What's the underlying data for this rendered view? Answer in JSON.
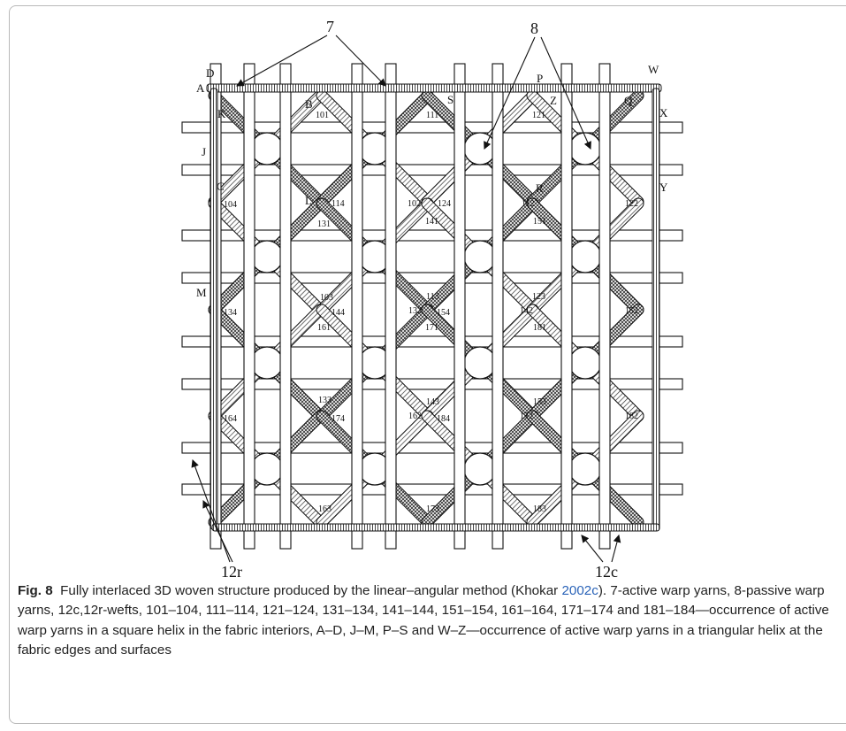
{
  "figure": {
    "callouts": {
      "active_warp": "7",
      "passive_warp": "8",
      "weft_rows": "12r",
      "weft_cols": "12c"
    },
    "edge_labels": [
      "A",
      "D",
      "B",
      "K",
      "J",
      "C",
      "L",
      "M",
      "S",
      "P",
      "Z",
      "Q",
      "R",
      "W",
      "X",
      "Y"
    ],
    "helix_labels": [
      "101",
      "102",
      "103",
      "104",
      "111",
      "112",
      "113",
      "114",
      "121",
      "122",
      "123",
      "124",
      "131",
      "132",
      "133",
      "134",
      "141",
      "142",
      "143",
      "144",
      "151",
      "152",
      "153",
      "154",
      "161",
      "162",
      "163",
      "164",
      "171",
      "172",
      "173",
      "174",
      "181",
      "182",
      "183",
      "184"
    ]
  },
  "caption": {
    "label": "Fig. 8",
    "text_before_cite": "Fully interlaced 3D woven structure produced by the linear–angular method (Khokar ",
    "cite": "2002c",
    "text_after_cite": "). 7-active warp yarns, 8-passive warp yarns, 12c,12r-wefts, 101–104, 111–114, 121–124, 131–134, 141–144, 151–154, 161–164, 171–174 and 181–184—occurrence of active warp yarns in a square helix in the fabric interiors, A–D, J–M, P–S and W–Z—occurrence of active warp yarns in a triangular helix at the fabric edges and surfaces"
  }
}
